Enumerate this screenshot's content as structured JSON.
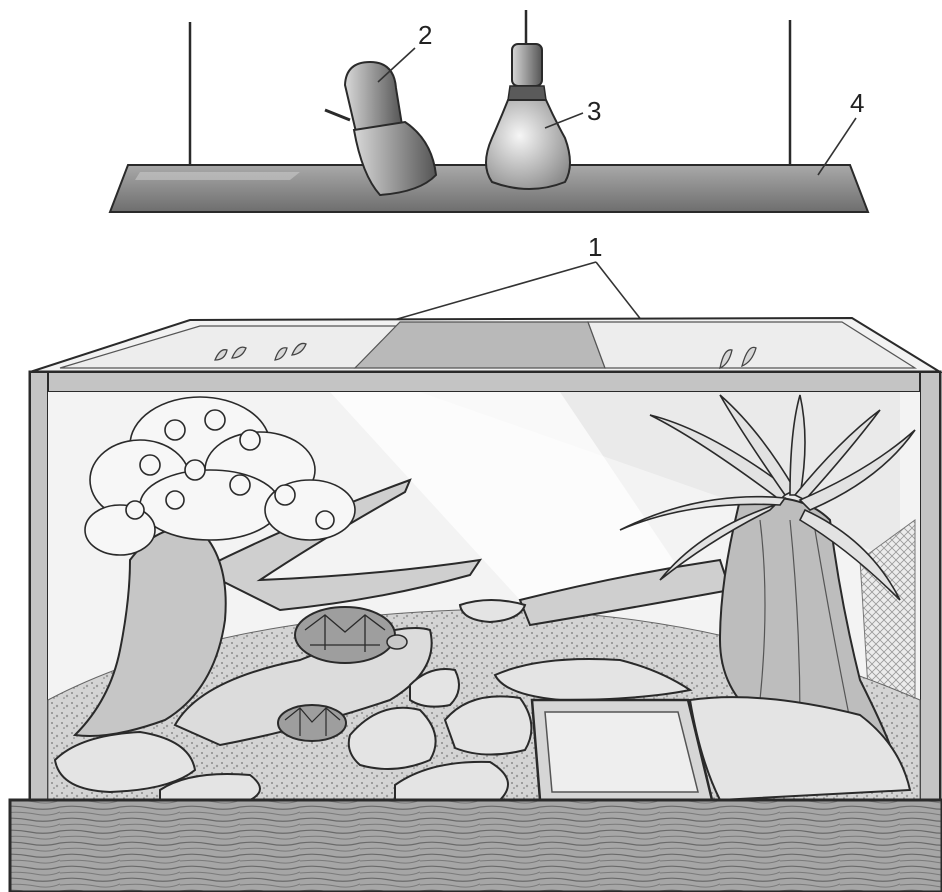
{
  "labels": {
    "cover_panes": "1",
    "spot_lamp": "2",
    "heat_bulb": "3",
    "light_hood": "4"
  },
  "colors": {
    "ink": "#2a2a2a",
    "hood": "#8a8a8a",
    "glass_tint": "#e9e9e9",
    "wood": "#9c9c9c",
    "gravel": "#bdbdbd",
    "rock": "#dcdcdc",
    "foliage": "#f4f4f4"
  }
}
